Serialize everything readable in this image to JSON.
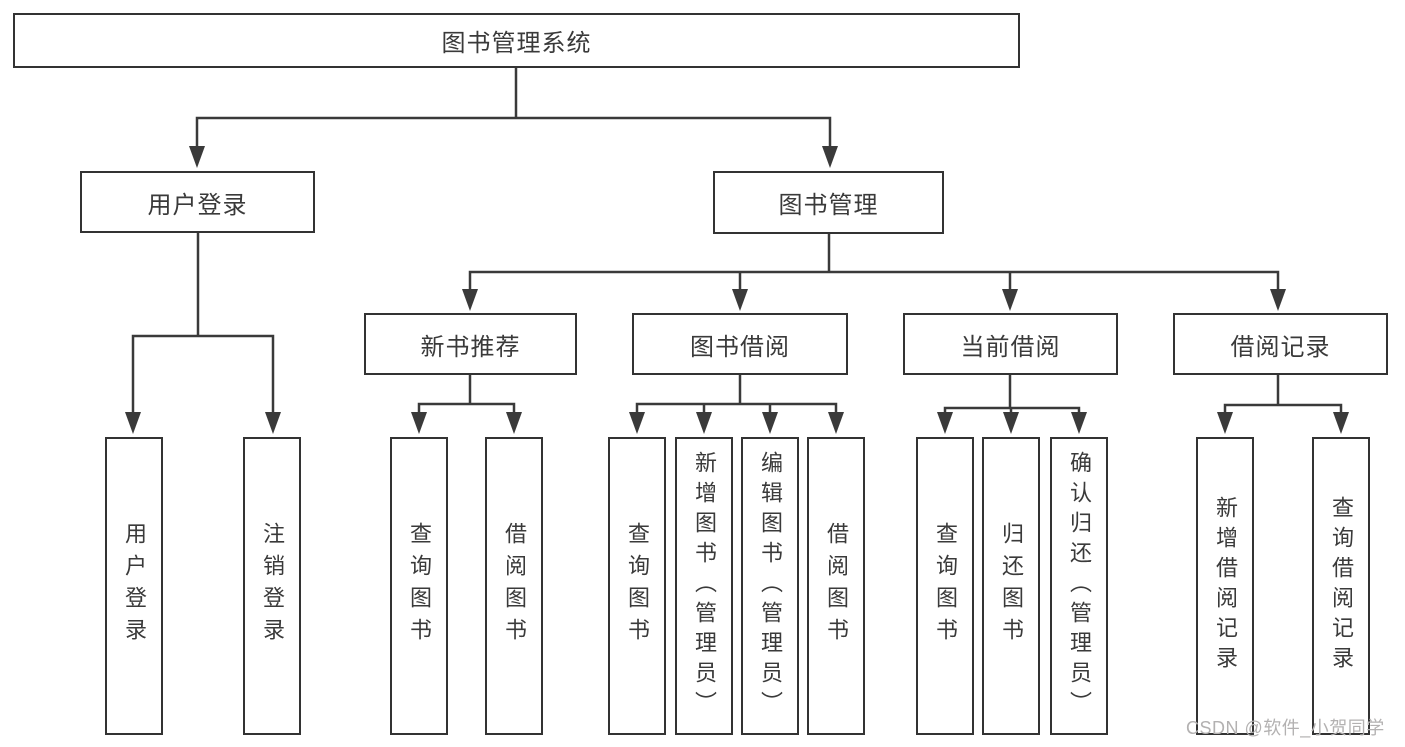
{
  "tree": {
    "label": "图书管理系统",
    "children": [
      {
        "label": "用户登录",
        "children": [
          {
            "label": "用户登录"
          },
          {
            "label": "注销登录"
          }
        ]
      },
      {
        "label": "图书管理",
        "children": [
          {
            "label": "新书推荐",
            "children": [
              {
                "label": "查询图书"
              },
              {
                "label": "借阅图书"
              }
            ]
          },
          {
            "label": "图书借阅",
            "children": [
              {
                "label": "查询图书"
              },
              {
                "label": "新增图书（管理员）"
              },
              {
                "label": "编辑图书（管理员）"
              },
              {
                "label": "借阅图书"
              }
            ]
          },
          {
            "label": "当前借阅",
            "children": [
              {
                "label": "查询图书"
              },
              {
                "label": "归还图书"
              },
              {
                "label": "确认归还（管理员）"
              }
            ]
          },
          {
            "label": "借阅记录",
            "children": [
              {
                "label": "新增借阅记录"
              },
              {
                "label": "查询借阅记录"
              }
            ]
          }
        ]
      }
    ]
  },
  "watermark": "CSDN @软件_小贺同学",
  "colors": {
    "line": "#3a3a3a",
    "box_border": "#333333",
    "text": "#3a3a3a",
    "watermark": "#b3b1b1",
    "background": "#ffffff"
  }
}
